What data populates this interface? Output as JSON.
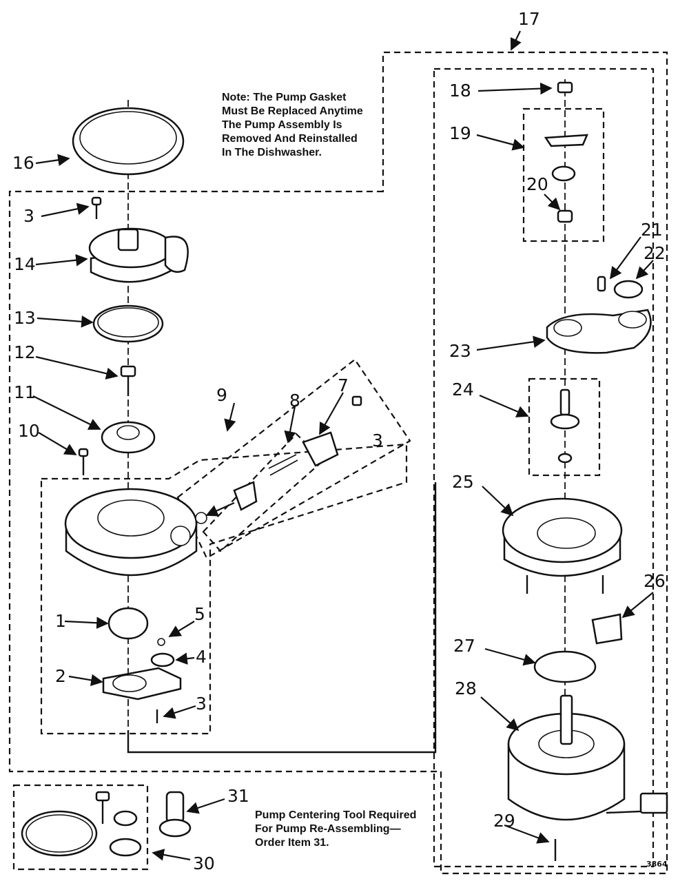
{
  "notes": {
    "gasket_note": [
      "Note: The Pump Gasket",
      "Must Be Replaced Anytime",
      "The Pump Assembly Is",
      "Removed And Reinstalled",
      "In The Dishwasher."
    ],
    "tool_note": [
      "Pump Centering Tool Required",
      "For Pump Re-Assembling—",
      "Order Item 31."
    ]
  },
  "part_numbers": {
    "p1": "1",
    "p2": "2",
    "p3a": "3",
    "p3b": "3",
    "p3c": "3",
    "p4": "4",
    "p5": "5",
    "p7": "7",
    "p8": "8",
    "p9": "9",
    "p10": "10",
    "p11": "11",
    "p12": "12",
    "p13": "13",
    "p14": "14",
    "p16": "16",
    "p17": "17",
    "p18": "18",
    "p19": "19",
    "p20": "20",
    "p21": "21",
    "p22": "22",
    "p23": "23",
    "p24": "24",
    "p25": "25",
    "p26": "26",
    "p27": "27",
    "p28": "28",
    "p29": "29",
    "p30": "30",
    "p31": "31"
  },
  "drawing_code": "3864"
}
